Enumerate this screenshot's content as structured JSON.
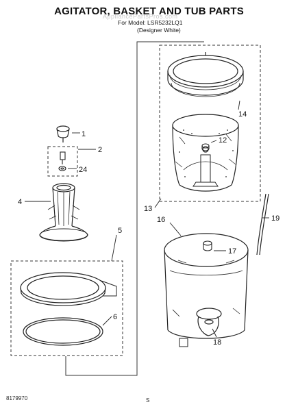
{
  "header": {
    "title": "AGITATOR, BASKET AND TUB PARTS",
    "model_line": "For Model: LSR5232LQ1",
    "variant_line": "(Designer White)",
    "watermark": "AppliancePartsPros.com"
  },
  "footer": {
    "doc_number": "8179970",
    "page_mark": "S"
  },
  "callouts": {
    "c1": "1",
    "c2": "2",
    "c24": "24",
    "c4": "4",
    "c5": "5",
    "c6": "6",
    "c12": "12",
    "c13": "13",
    "c14": "14",
    "c16": "16",
    "c17": "17",
    "c18": "18",
    "c19": "19"
  }
}
